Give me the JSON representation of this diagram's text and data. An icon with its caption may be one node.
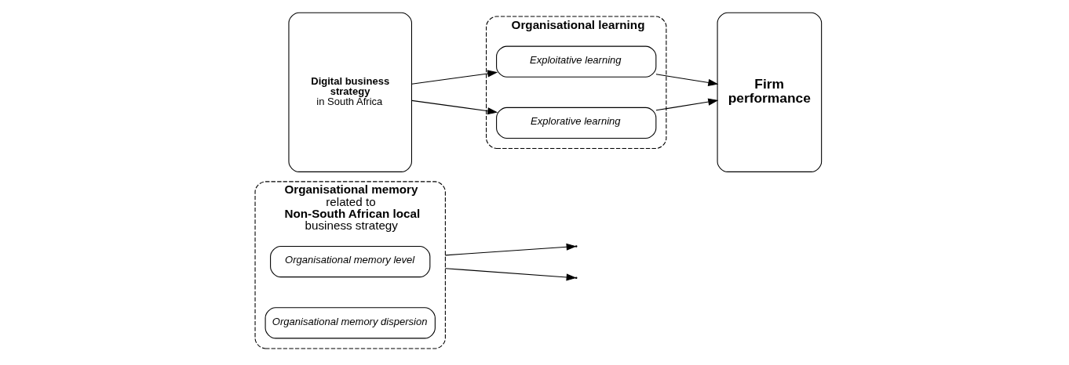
{
  "diagram": {
    "nodes": [
      {
        "text": [
          "**Organisational memory** related to **Non-South African local** business strategy"
        ]
      },
      {
        "text": [
          "Organisational memory level"
        ],
        "in": 0
      },
      {
        "text": [
          "Organisational memory dispersion"
        ],
        "in": 0
      },
      {
        "text": [
          "**Digital business strategy**",
          "in South Africa"
        ]
      },
      {
        "text": [
          "Organisational learning"
        ]
      },
      {
        "text": [
          "Exploitative learning"
        ],
        "in": 4
      },
      {
        "text": [
          "Explorative learning"
        ],
        "in": 4
      },
      {
        "text": [
          "Firm performance"
        ]
      }
    ],
    "edges": [
      {
        "from": 0,
        "to": null,
        "arrow": "to"
      },
      {
        "from": 0,
        "to": null,
        "arrow": "to"
      },
      {
        "from": 3,
        "to": 5,
        "arrow": "to"
      },
      {
        "from": 3,
        "to": 6,
        "arrow": "to"
      },
      {
        "from": 5,
        "to": 7,
        "arrow": "to"
      },
      {
        "from": 6,
        "to": 7,
        "arrow": "to"
      }
    ]
  }
}
